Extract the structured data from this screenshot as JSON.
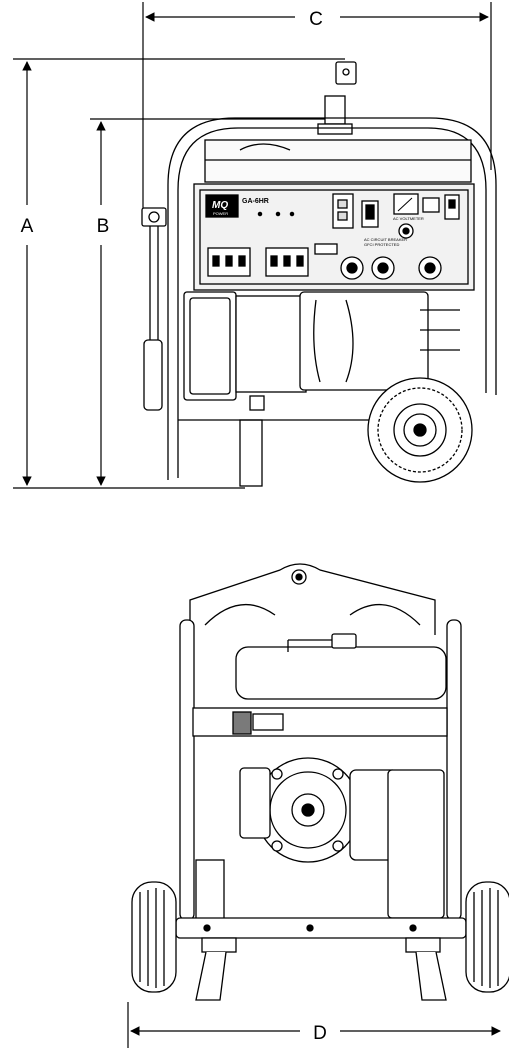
{
  "dimensions": {
    "a": "A",
    "b": "B",
    "c": "C",
    "d": "D"
  },
  "panel": {
    "brand": "MQ",
    "brand_sub": "POWER",
    "model": "GA-6HR",
    "breaker_line1": "AC CIRCUIT BREAKER",
    "breaker_line2": "GFCI PROTECTED",
    "voltmeter": "AC VOLTMETER"
  },
  "colors": {
    "line": "#000000",
    "background": "#ffffff",
    "panel_fill": "#f2f2f2",
    "accent_block": "#7a7a7a"
  }
}
